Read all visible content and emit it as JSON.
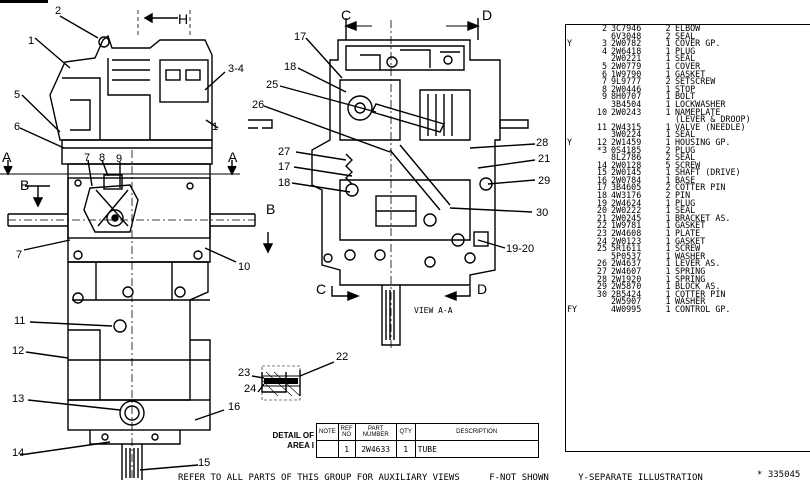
{
  "callouts_left": {
    "c1": "1",
    "c2": "2",
    "c34": "3-4",
    "c5": "5",
    "c6": "6",
    "c7a": "7",
    "c8": "8",
    "c9": "9",
    "c7b": "7",
    "c10": "10",
    "c11": "11",
    "c12": "12",
    "c13": "13",
    "c14": "14",
    "c15": "15",
    "c16": "16",
    "c1b": "1"
  },
  "callouts_mid": {
    "c17a": "17",
    "c18a": "18",
    "c25": "25",
    "c26": "26",
    "c27": "27",
    "c17b": "17",
    "c18b": "18",
    "c28": "28",
    "c21": "21",
    "c29": "29",
    "c30": "30",
    "c1920": "19-20",
    "c22": "22",
    "c23": "23",
    "c24": "24"
  },
  "section_letters": {
    "h": "H",
    "a_left": "A",
    "a_right": "A",
    "b_left": "B",
    "b_right": "B",
    "c_top": "C",
    "d_top": "D",
    "c_bottom": "C",
    "d_bottom": "D"
  },
  "view_label": "VIEW A-A",
  "parts_list": [
    {
      "note": "",
      "ref": "2",
      "part": "3C7946",
      "qty": "2",
      "desc": "ELBOW"
    },
    {
      "note": "",
      "ref": "",
      "part": "6V3048",
      "qty": "2",
      "desc": "SEAL"
    },
    {
      "note": "Y",
      "ref": "3",
      "part": "2W0782",
      "qty": "1",
      "desc": "COVER GP."
    },
    {
      "note": "",
      "ref": "4",
      "part": "2W6418",
      "qty": "1",
      "desc": "PLUG"
    },
    {
      "note": "",
      "ref": "",
      "part": "2W0221",
      "qty": "1",
      "desc": "SEAL"
    },
    {
      "note": "",
      "ref": "5",
      "part": "2W0779",
      "qty": "1",
      "desc": "COVER"
    },
    {
      "note": "",
      "ref": "6",
      "part": "1W9790",
      "qty": "1",
      "desc": "GASKET"
    },
    {
      "note": "",
      "ref": "7",
      "part": "9L9777",
      "qty": "2",
      "desc": "SETSCREW"
    },
    {
      "note": "",
      "ref": "8",
      "part": "2W0446",
      "qty": "1",
      "desc": "STOP"
    },
    {
      "note": "",
      "ref": "9",
      "part": "8H0707",
      "qty": "1",
      "desc": "BOLT"
    },
    {
      "note": "",
      "ref": "",
      "part": "3B4504",
      "qty": "1",
      "desc": "LOCKWASHER"
    },
    {
      "note": "",
      "ref": "10",
      "part": "2W0243",
      "qty": "1",
      "desc": "NAMEPLATE"
    },
    {
      "note": "",
      "ref": "",
      "part": "",
      "qty": "",
      "desc": "(LEVER & DROOP)"
    },
    {
      "note": "",
      "ref": "11",
      "part": "2W4315",
      "qty": "1",
      "desc": "VALVE (NEEDLE)"
    },
    {
      "note": "",
      "ref": "",
      "part": "3W0224",
      "qty": "1",
      "desc": "SEAL"
    },
    {
      "note": "Y",
      "ref": "12",
      "part": "2W1459",
      "qty": "1",
      "desc": "HOUSING GP."
    },
    {
      "note": "",
      "ref": "*3",
      "part": "0S4185",
      "qty": "2",
      "desc": "PLUG"
    },
    {
      "note": "",
      "ref": "",
      "part": "8L2786",
      "qty": "2",
      "desc": "SEAL"
    },
    {
      "note": "",
      "ref": "14",
      "part": "2W0128",
      "qty": "5",
      "desc": "SCREW"
    },
    {
      "note": "",
      "ref": "15",
      "part": "2W0145",
      "qty": "1",
      "desc": "SHAFT (DRIVE)"
    },
    {
      "note": "",
      "ref": "16",
      "part": "2W0784",
      "qty": "1",
      "desc": "BASE"
    },
    {
      "note": "",
      "ref": "17",
      "part": "3B4605",
      "qty": "2",
      "desc": "COTTER PIN"
    },
    {
      "note": "",
      "ref": "18",
      "part": "4W3176",
      "qty": "2",
      "desc": "PIN"
    },
    {
      "note": "",
      "ref": "19",
      "part": "2W4624",
      "qty": "1",
      "desc": "PLUG"
    },
    {
      "note": "",
      "ref": "20",
      "part": "2W0222",
      "qty": "1",
      "desc": "SEAL"
    },
    {
      "note": "",
      "ref": "21",
      "part": "2W0245",
      "qty": "1",
      "desc": "BRACKET AS."
    },
    {
      "note": "",
      "ref": "22",
      "part": "1W9781",
      "qty": "1",
      "desc": "GASKET"
    },
    {
      "note": "",
      "ref": "23",
      "part": "2W4608",
      "qty": "1",
      "desc": "PLATE"
    },
    {
      "note": "",
      "ref": "24",
      "part": "2W0123",
      "qty": "1",
      "desc": "GASKET"
    },
    {
      "note": "",
      "ref": "25",
      "part": "5R1611",
      "qty": "1",
      "desc": "SCREW"
    },
    {
      "note": "",
      "ref": "",
      "part": "5P0537",
      "qty": "1",
      "desc": "WASHER"
    },
    {
      "note": "",
      "ref": "26",
      "part": "2W4637",
      "qty": "1",
      "desc": "LEVER AS."
    },
    {
      "note": "",
      "ref": "27",
      "part": "2W4607",
      "qty": "1",
      "desc": "SPRING"
    },
    {
      "note": "",
      "ref": "28",
      "part": "2W1920",
      "qty": "1",
      "desc": "SPRING"
    },
    {
      "note": "",
      "ref": "29",
      "part": "2W5870",
      "qty": "1",
      "desc": "BLOCK AS."
    },
    {
      "note": "",
      "ref": "30",
      "part": "2B5424",
      "qty": "1",
      "desc": "COTTER PIN"
    },
    {
      "note": "",
      "ref": "",
      "part": "2W5907",
      "qty": "1",
      "desc": "WASHER"
    },
    {
      "note": "FY",
      "ref": "",
      "part": "4W0995",
      "qty": "1",
      "desc": "CONTROL GP."
    }
  ],
  "detail": {
    "title_line1": "DETAIL OF",
    "title_line2": "AREA I",
    "headers": {
      "note": "NOTE",
      "ref": "REF NO",
      "part": "PART NUMBER",
      "qty": "QTY",
      "desc": "DESCRIPTION"
    },
    "row": {
      "note": "",
      "ref": "1",
      "part": "2W4633",
      "qty": "1",
      "desc": "TUBE"
    }
  },
  "footer": {
    "refer": "REFER TO ALL PARTS OF THIS GROUP FOR AUXILIARY VIEWS",
    "not_shown": "F-NOT SHOWN",
    "separate": "Y-SEPARATE ILLUSTRATION"
  },
  "doc_number": "* 335045"
}
